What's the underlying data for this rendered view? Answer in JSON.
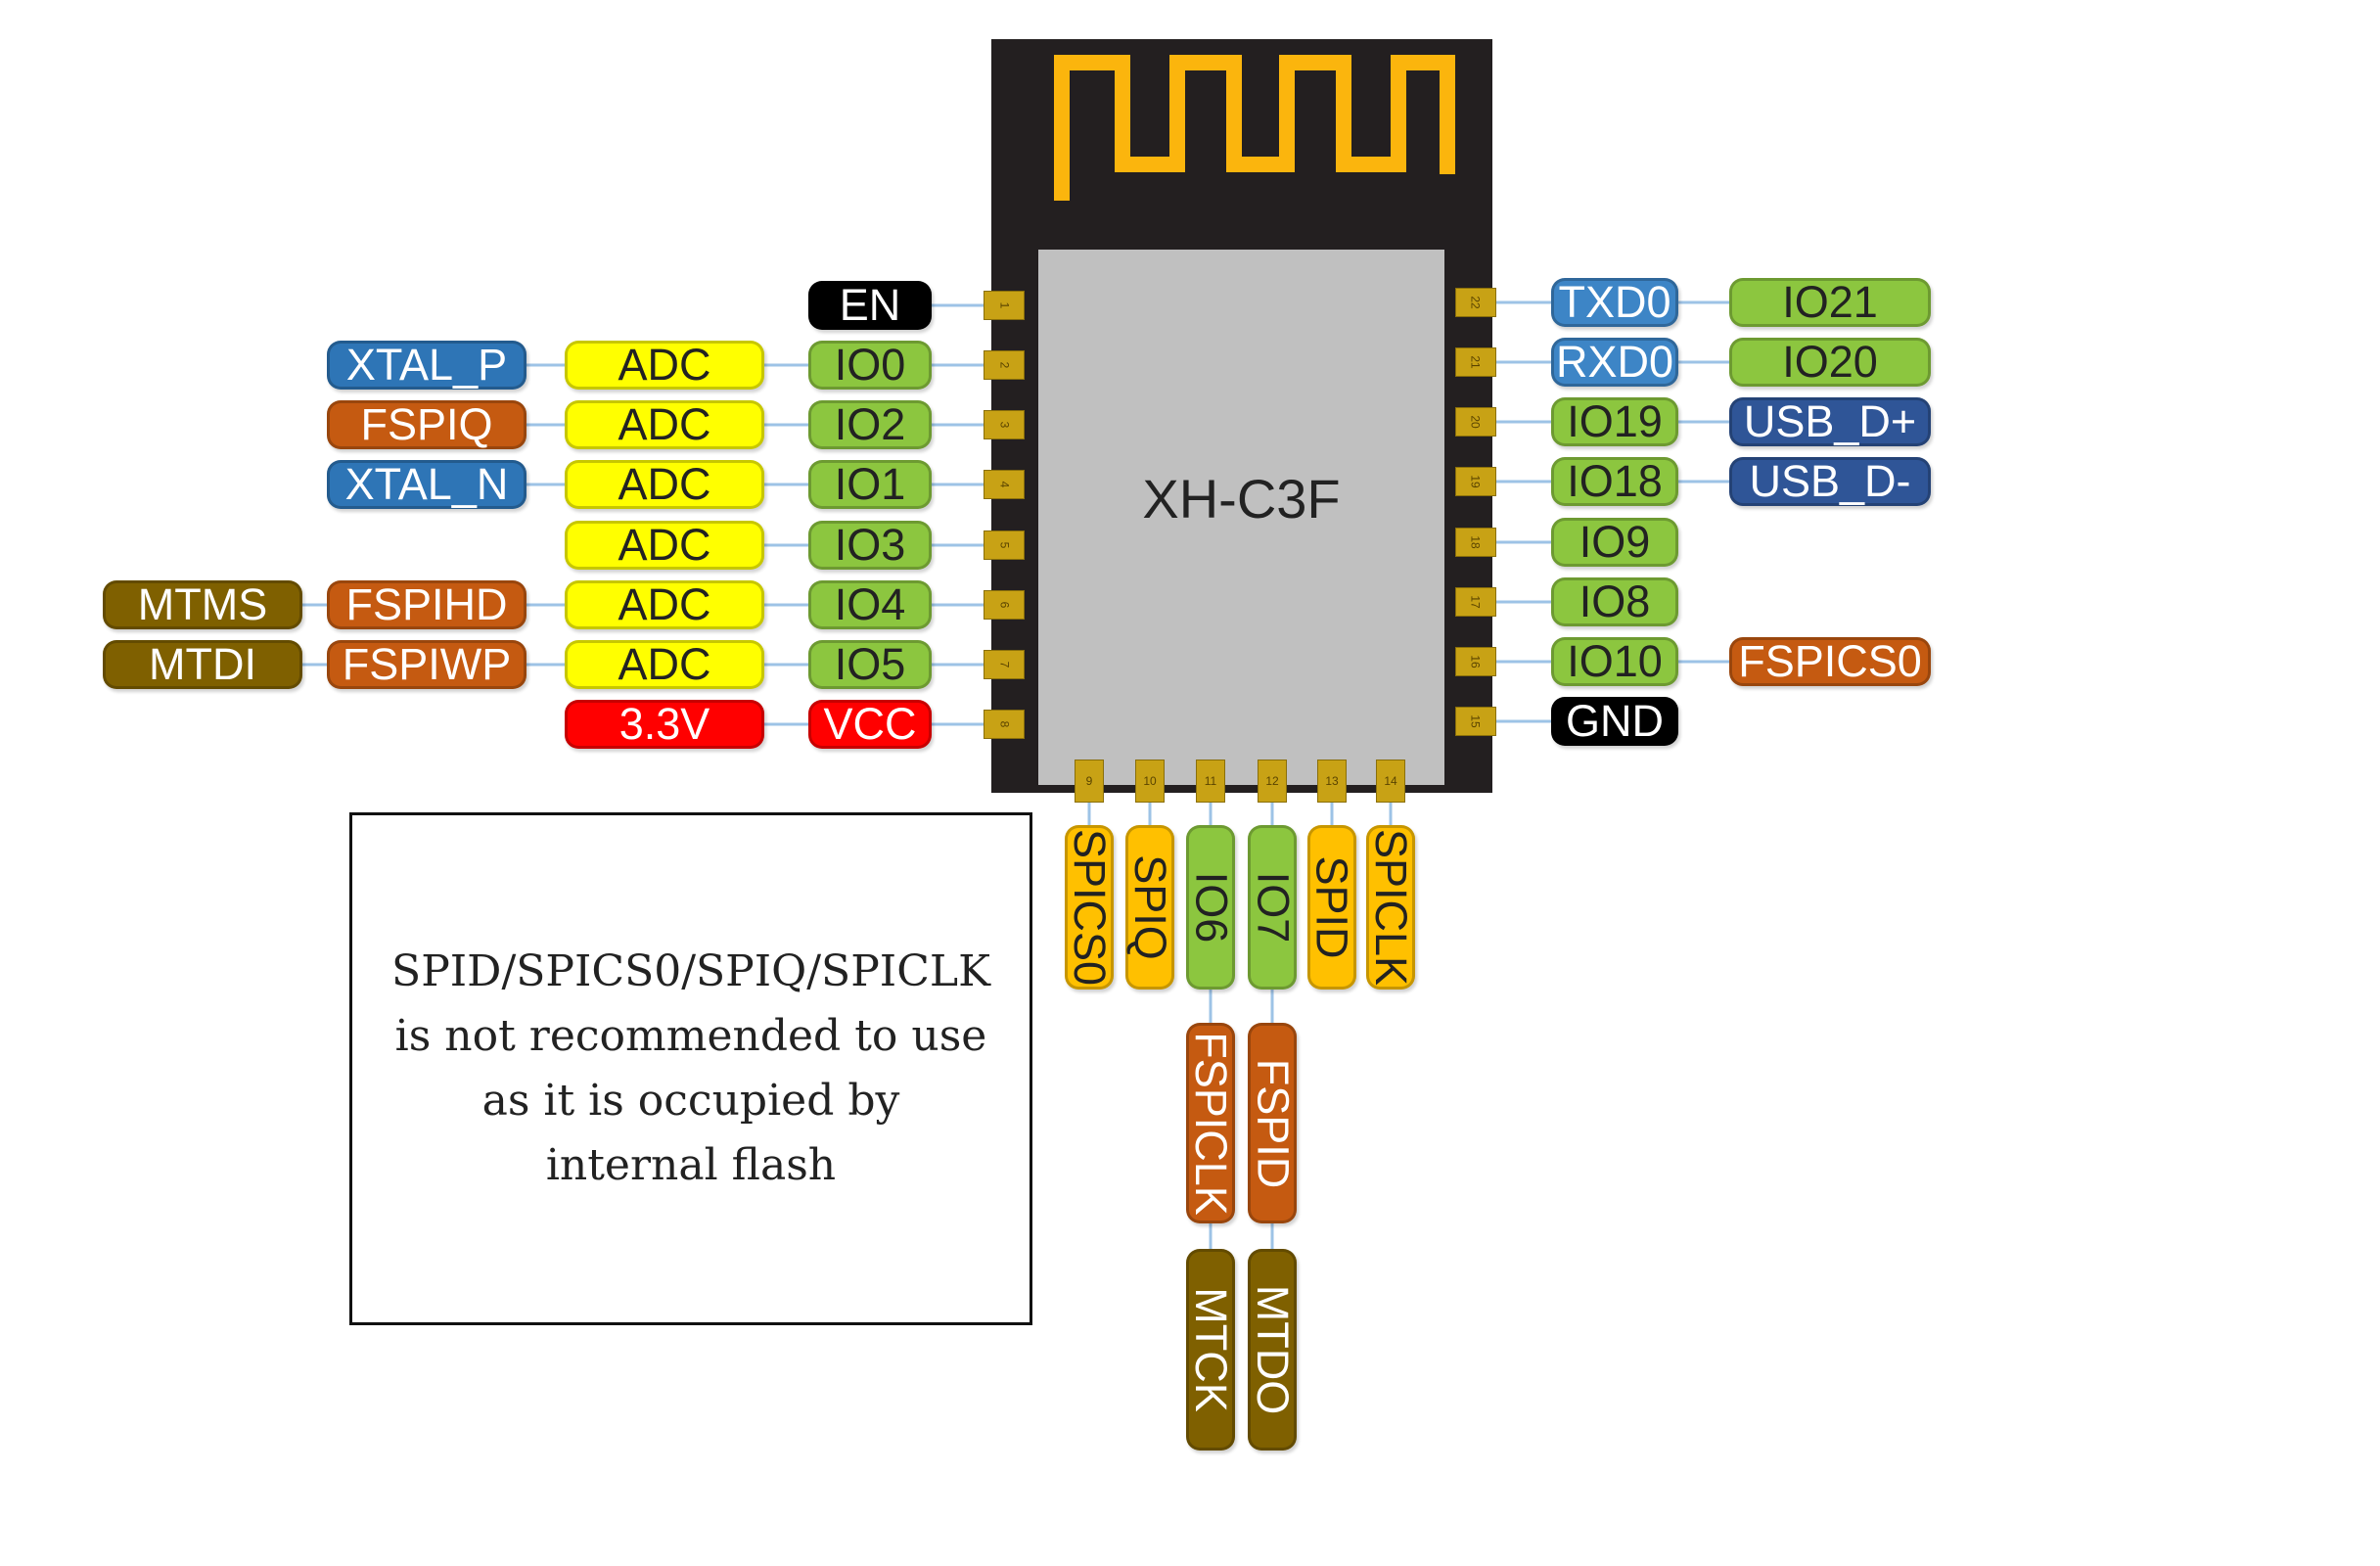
{
  "module": {
    "name": "XH-C3F",
    "colors": {
      "body": "#231f20",
      "antenna": "#fbb50d",
      "shield": "#c0c0c0",
      "pad": "#c8a215"
    }
  },
  "pin_numbers": {
    "left": [
      "1",
      "2",
      "3",
      "4",
      "5",
      "6",
      "7",
      "8"
    ],
    "bottom": [
      "9",
      "10",
      "11",
      "12",
      "13",
      "14"
    ],
    "right": [
      "22",
      "21",
      "20",
      "19",
      "18",
      "17",
      "16",
      "15"
    ]
  },
  "left_rows": [
    {
      "pin": "EN",
      "labels": []
    },
    {
      "pin": "IO0",
      "labels": [
        "ADC",
        "XTAL_P"
      ]
    },
    {
      "pin": "IO2",
      "labels": [
        "ADC",
        "FSPIQ"
      ]
    },
    {
      "pin": "IO1",
      "labels": [
        "ADC",
        "XTAL_N"
      ]
    },
    {
      "pin": "IO3",
      "labels": [
        "ADC"
      ]
    },
    {
      "pin": "IO4",
      "labels": [
        "ADC",
        "FSPIHD",
        "MTMS"
      ]
    },
    {
      "pin": "IO5",
      "labels": [
        "ADC",
        "FSPIWP",
        "MTDI"
      ]
    },
    {
      "pin": "VCC",
      "labels": [
        "3.3V"
      ]
    }
  ],
  "right_rows": [
    {
      "pin": "TXD0",
      "labels": [
        "IO21"
      ]
    },
    {
      "pin": "RXD0",
      "labels": [
        "IO20"
      ]
    },
    {
      "pin": "IO19",
      "labels": [
        "USB_D+"
      ]
    },
    {
      "pin": "IO18",
      "labels": [
        "USB_D-"
      ]
    },
    {
      "pin": "IO9",
      "labels": []
    },
    {
      "pin": "IO8",
      "labels": []
    },
    {
      "pin": "IO10",
      "labels": [
        "FSPICS0"
      ]
    },
    {
      "pin": "GND",
      "labels": []
    }
  ],
  "bottom_cols": [
    {
      "pin": "SPICS0",
      "labels": []
    },
    {
      "pin": "SPIQ",
      "labels": []
    },
    {
      "pin": "IO6",
      "labels": [
        "FSPICLK",
        "MTCK"
      ]
    },
    {
      "pin": "IO7",
      "labels": [
        "FSPID",
        "MTDO"
      ]
    },
    {
      "pin": "SPID",
      "labels": []
    },
    {
      "pin": "SPICLK",
      "labels": []
    }
  ],
  "note": {
    "lines": [
      "SPID/SPICS0/SPIQ/SPICLK",
      "is not recommended to use",
      "as it is occupied by",
      "internal flash"
    ]
  },
  "colors": {
    "gpio": "#8cc63f",
    "adc": "#ffff00",
    "power": "#ff0000",
    "control": "#000000",
    "uart": "#3d85c6",
    "usb": "#2f5597",
    "spi": "#c55a11",
    "jtag": "#7f6000",
    "xtal": "#2e75b6",
    "flash": "#ffc000",
    "line": "#9dc3e6"
  }
}
